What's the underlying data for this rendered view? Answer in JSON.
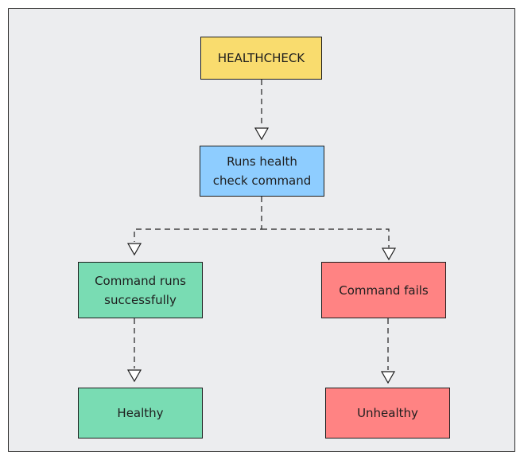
{
  "colors": {
    "background": "#ecedef",
    "border": "#1e1e1e",
    "yellow": "#f9dc6e",
    "blue": "#8ecdff",
    "green": "#79dcb3",
    "red": "#ff8383"
  },
  "nodes": {
    "healthcheck": {
      "label": "HEALTHCHECK",
      "fill": "#f9dc6e"
    },
    "runs": {
      "label": "Runs health\ncheck command",
      "fill": "#8ecdff"
    },
    "success": {
      "label": "Command runs\nsuccessfully",
      "fill": "#79dcb3"
    },
    "fails": {
      "label": "Command fails",
      "fill": "#ff8383"
    },
    "healthy": {
      "label": "Healthy",
      "fill": "#79dcb3"
    },
    "unhealthy": {
      "label": "Unhealthy",
      "fill": "#ff8383"
    }
  },
  "edges": [
    {
      "from": "healthcheck",
      "to": "runs",
      "style": "dashed",
      "arrowhead": "hollow-triangle"
    },
    {
      "from": "runs",
      "to": "success",
      "style": "dashed",
      "arrowhead": "hollow-triangle"
    },
    {
      "from": "runs",
      "to": "fails",
      "style": "dashed",
      "arrowhead": "hollow-triangle"
    },
    {
      "from": "success",
      "to": "healthy",
      "style": "dashed",
      "arrowhead": "hollow-triangle"
    },
    {
      "from": "fails",
      "to": "unhealthy",
      "style": "dashed",
      "arrowhead": "hollow-triangle"
    }
  ]
}
